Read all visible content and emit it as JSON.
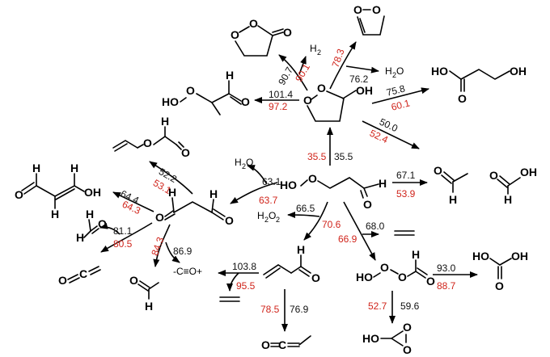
{
  "colors": {
    "forward_barrier": "#111111",
    "alternate_barrier": "#d0241b",
    "bonds": "#000000"
  },
  "atoms": {
    "O": "O",
    "H": "H",
    "C": "C",
    "HO": "HO",
    "OH": "OH",
    "H2O_main": "H",
    "H2O_sub": "2",
    "H2O_tail": "O",
    "O2_sub": "2"
  },
  "species": {
    "water_top": "H2O",
    "water_left": "H2O",
    "h2_top": "H2",
    "h2o2": "H2O2",
    "co_plus": "-C≡O+"
  },
  "barriers": {
    "r_center_up_red": "35.5",
    "r_center_up_blk": "35.5",
    "r_ring_h2_blk": "90.7",
    "r_ring_h2_red": "90.1",
    "r_ring_h2o_red": "78.3",
    "r_ring_h2o_blk": "76.2",
    "r_ring_left_blk": "101.4",
    "r_ring_left_red": "97.2",
    "r_ring_acid_blk": "75.8",
    "r_ring_acid_red": "60.1",
    "r_ring_acet_blk": "50.0",
    "r_ring_acet_red": "52.4",
    "r_center_acet_blk": "67.1",
    "r_center_acet_red": "53.9",
    "r_center_h2o_blk": "63.1",
    "r_center_h2o_red": "63.7",
    "r_ketone_vinyl_blk": "52.2",
    "r_ketone_vinyl_red": "53.1",
    "r_ketone_enol_blk": "64.4",
    "r_ketone_enol_red": "64.3",
    "r_ketone_co_blk": "81.1",
    "r_ketone_co_red": "80.5",
    "r_ketone_ald_red": "84.3",
    "r_ketone_ald_blk": "86.9",
    "r_center_h2o2_blk": "66.5",
    "r_center_h2o2_red": "70.6",
    "r_center_eth_blk": "68.0",
    "r_center_eth_red": "66.9",
    "r_acro_eth_blk": "103.8",
    "r_acro_eth_red": "95.5",
    "r_acro_ket_red": "78.5",
    "r_acro_ket_blk": "76.9",
    "r_peracid_carb_blk": "93.0",
    "r_peracid_carb_red": "88.7",
    "r_peracid_dio_red": "52.7",
    "r_peracid_dio_blk": "59.6"
  }
}
